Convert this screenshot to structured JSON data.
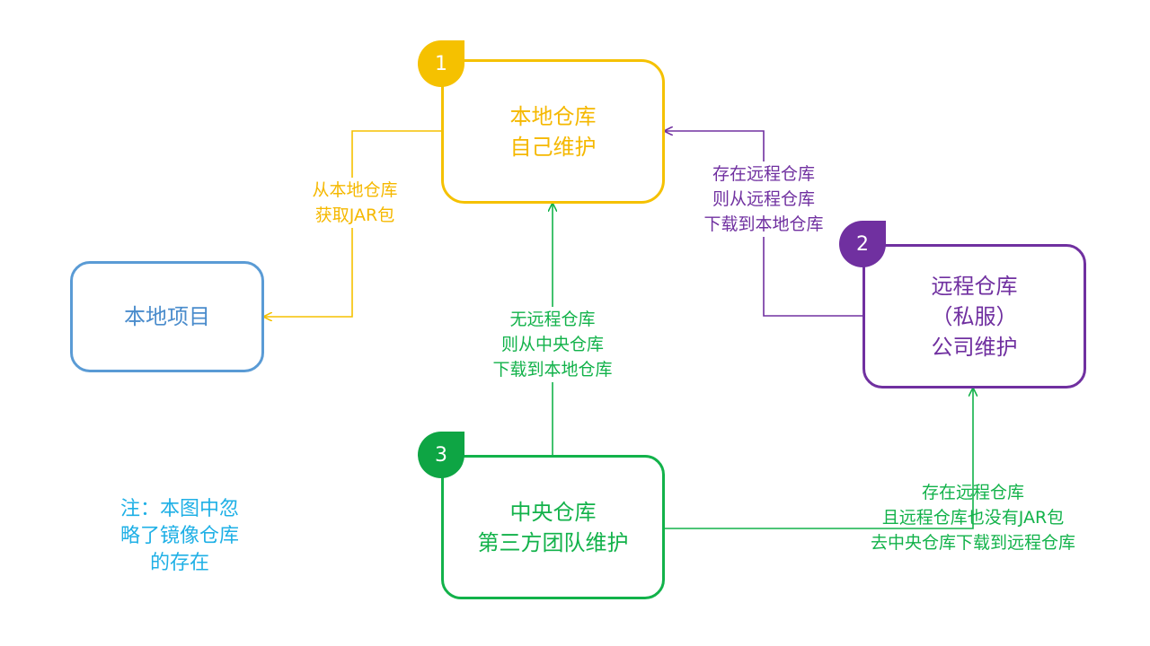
{
  "nodes": {
    "local_repo": {
      "badge": "1",
      "lines": [
        "本地仓库",
        "自己维护"
      ]
    },
    "local_project": {
      "lines": [
        "本地项目"
      ]
    },
    "remote_repo": {
      "badge": "2",
      "lines": [
        "远程仓库",
        "（私服）",
        "公司维护"
      ]
    },
    "central_repo": {
      "badge": "3",
      "lines": [
        "中央仓库",
        "第三方团队维护"
      ]
    }
  },
  "edges": {
    "local_to_project": {
      "lines": [
        "从本地仓库",
        "获取JAR包"
      ]
    },
    "remote_to_local": {
      "lines": [
        "存在远程仓库",
        "则从远程仓库",
        "下载到本地仓库"
      ]
    },
    "central_to_local": {
      "lines": [
        "无远程仓库",
        "则从中央仓库",
        "下载到本地仓库"
      ]
    },
    "central_to_remote": {
      "lines": [
        "存在远程仓库",
        "且远程仓库也没有JAR包",
        "去中央仓库下载到远程仓库"
      ]
    }
  },
  "note": {
    "lines": [
      "注：本图中忽",
      "略了镜像仓库",
      "的存在"
    ]
  },
  "colors": {
    "local": "#f5c100",
    "project": "#5a9bd5",
    "remote": "#7030a0",
    "central": "#12b24a",
    "note": "#1fb0e6"
  }
}
